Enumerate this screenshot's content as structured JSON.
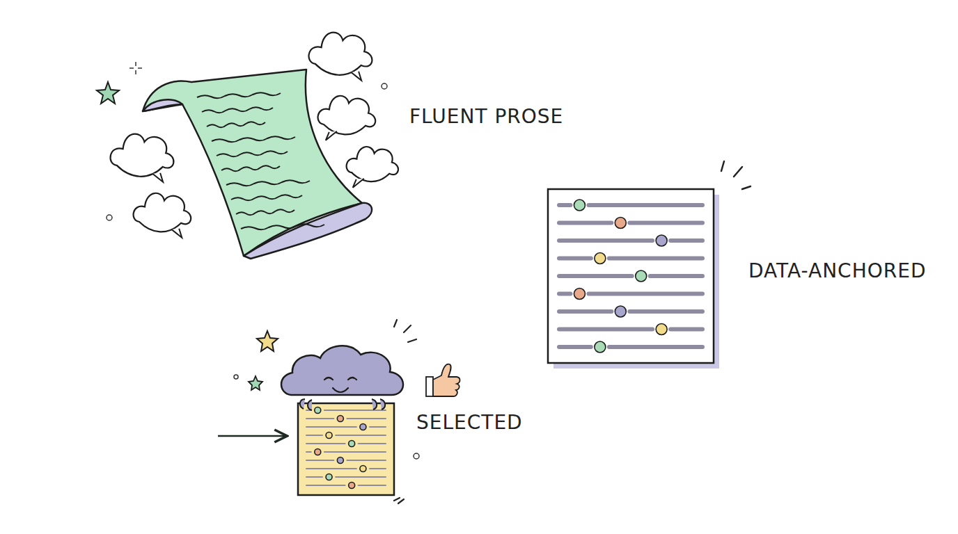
{
  "diagram": {
    "labels": [
      "FLUENT PROSE",
      "DATA-ANCHORED",
      "SELECTED"
    ]
  }
}
